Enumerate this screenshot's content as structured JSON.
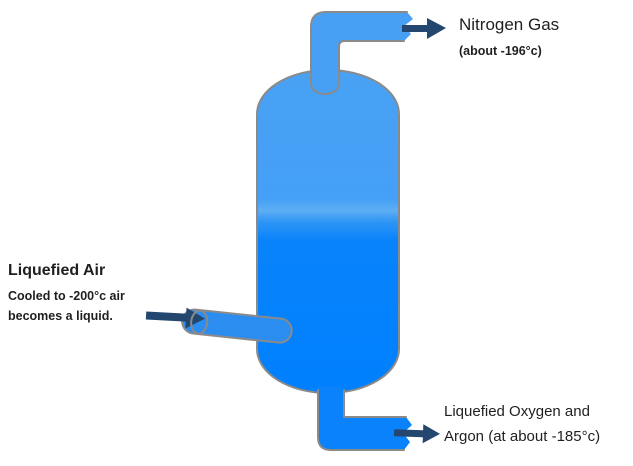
{
  "colors": {
    "pipe_light_blue": "#47A0F4",
    "liquid_deep_blue": "#0080FF",
    "inlet_pipe_blue": "#2B8DF0",
    "bottom_pipe_blue": "#0A82FB",
    "outline_gray": "#8A8A8A",
    "arrow_navy": "#24476F",
    "text_color": "#1F1F1F",
    "background": "#FFFFFF"
  },
  "labels": {
    "nitrogen": {
      "title": "Nitrogen Gas",
      "subtitle": "(about -196°c)"
    },
    "liquefied_air": {
      "title": "Liquefied Air",
      "desc_line1": "Cooled to -200°c air",
      "desc_line2": "becomes a liquid."
    },
    "oxygen_argon": {
      "line1": "Liquefied Oxygen and",
      "line2": "Argon (at about -185°c)"
    }
  },
  "diagram": {
    "type": "fractional-distillation-column",
    "streams": [
      {
        "name": "nitrogen-gas-outflow",
        "location": "top",
        "direction": "right"
      },
      {
        "name": "liquefied-air-inflow",
        "location": "middle-left",
        "direction": "right"
      },
      {
        "name": "liquefied-oxygen-argon-outflow",
        "location": "bottom",
        "direction": "right"
      }
    ]
  }
}
